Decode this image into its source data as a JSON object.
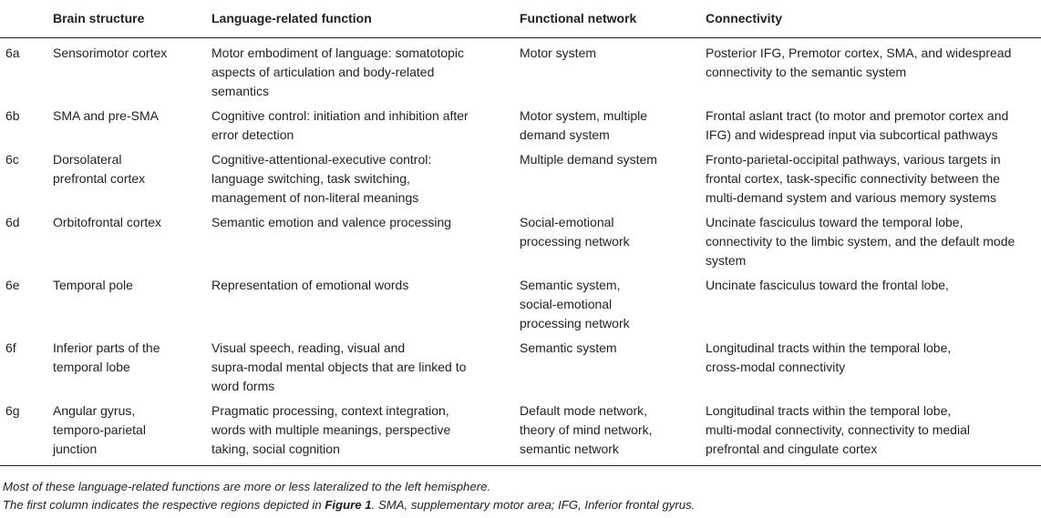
{
  "table": {
    "headers": [
      "",
      "Brain structure",
      "Language-related function",
      "Functional network",
      "Connectivity"
    ],
    "rows": [
      {
        "id": "6a",
        "structure": [
          "Sensorimotor cortex"
        ],
        "function": [
          "Motor embodiment of language: somatotopic",
          "aspects of articulation and body-related",
          "semantics"
        ],
        "network": [
          "Motor system"
        ],
        "connectivity": [
          "Posterior IFG, Premotor cortex, SMA, and widespread",
          "connectivity to the semantic system"
        ]
      },
      {
        "id": "6b",
        "structure": [
          "SMA and pre-SMA"
        ],
        "function": [
          "Cognitive control: initiation and inhibition after",
          "error detection"
        ],
        "network": [
          "Motor system, multiple",
          "demand system"
        ],
        "connectivity": [
          "Frontal aslant tract (to motor and premotor cortex and",
          "IFG) and widespread input via subcortical pathways"
        ]
      },
      {
        "id": "6c",
        "structure": [
          "Dorsolateral",
          "prefrontal cortex"
        ],
        "function": [
          "Cognitive-attentional-executive control:",
          "language switching, task switching,",
          "management of non-literal meanings"
        ],
        "network": [
          "Multiple demand system"
        ],
        "connectivity": [
          "Fronto-parietal-occipital pathways, various targets in",
          "frontal cortex, task-specific connectivity between the",
          "multi-demand system and various memory systems"
        ]
      },
      {
        "id": "6d",
        "structure": [
          "Orbitofrontal cortex"
        ],
        "function": [
          "Semantic emotion and valence processing"
        ],
        "network": [
          "Social-emotional",
          "processing network"
        ],
        "connectivity": [
          "Uncinate fasciculus toward the temporal lobe,",
          "connectivity to the limbic system, and the default mode",
          "system"
        ]
      },
      {
        "id": "6e",
        "structure": [
          "Temporal pole"
        ],
        "function": [
          "Representation of emotional words"
        ],
        "network": [
          "Semantic system,",
          "social-emotional",
          "processing network"
        ],
        "connectivity": [
          "Uncinate fasciculus toward the frontal lobe,"
        ]
      },
      {
        "id": "6f",
        "structure": [
          "Inferior parts of the",
          "temporal lobe"
        ],
        "function": [
          "Visual speech, reading, visual and",
          "supra-modal mental objects that are linked to",
          "word forms"
        ],
        "network": [
          "Semantic system"
        ],
        "connectivity": [
          "Longitudinal tracts within the temporal lobe,",
          "cross-modal connectivity"
        ]
      },
      {
        "id": "6g",
        "structure": [
          "Angular gyrus,",
          "temporo-parietal",
          "junction"
        ],
        "function": [
          "Pragmatic processing, context integration,",
          "words with multiple meanings, perspective",
          "taking, social cognition"
        ],
        "network": [
          "Default mode network,",
          "theory of mind network,",
          "semantic network"
        ],
        "connectivity": [
          "Longitudinal tracts within the temporal lobe,",
          "multi-modal connectivity, connectivity to medial",
          "prefrontal and cingulate cortex"
        ]
      }
    ]
  },
  "footnotes": {
    "line1": "Most of these language-related functions are more or less lateralized to the left hemisphere.",
    "line2_prefix": "The first column indicates the respective regions depicted in ",
    "line2_figure": "Figure 1",
    "line2_suffix": ". SMA, supplementary motor area; IFG, Inferior frontal gyrus."
  }
}
